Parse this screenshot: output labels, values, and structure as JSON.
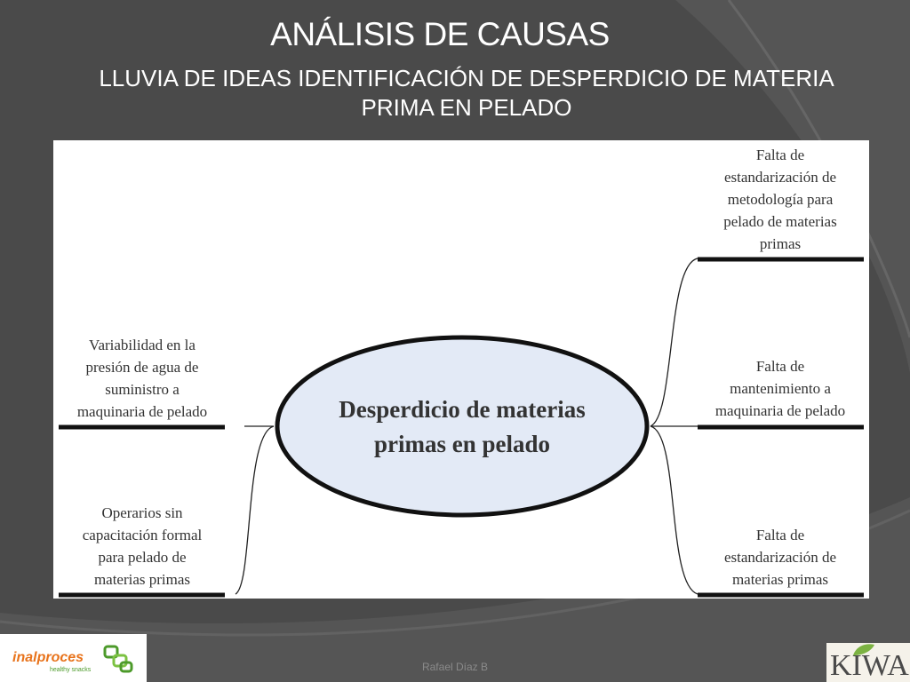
{
  "slide": {
    "title": "ANÁLISIS DE CAUSAS",
    "subtitle_line1": "LLUVIA DE IDEAS IDENTIFICACIÓN DE DESPERDICIO DE MATERIA",
    "subtitle_line2": "PRIMA EN PELADO",
    "footer": "Rafael Díaz B"
  },
  "diagram": {
    "center": [
      "Desperdicio de materias",
      "primas en pelado"
    ],
    "causes": {
      "left_top": [
        "Variabilidad en la",
        "presión de agua de",
        "suministro a",
        "maquinaria de pelado"
      ],
      "left_bottom": [
        "Operarios sin",
        "capacitación formal",
        "para pelado de",
        "materias primas"
      ],
      "right_top": [
        "Falta de",
        "estandarización de",
        "metodología para",
        "pelado de materias",
        "primas"
      ],
      "right_middle": [
        "Falta de",
        "mantenimiento a",
        "maquinaria de pelado"
      ],
      "right_bottom": [
        "Falta de",
        "estandarización de",
        "materias primas"
      ]
    }
  },
  "logos": {
    "left_brand": "inalproces",
    "left_tagline": "healthy snacks",
    "right_brand": "KIWA"
  },
  "colors": {
    "background": "#4a4a4a",
    "ellipse_fill": "#e3eaf6",
    "text_dark": "#333333",
    "brand_orange": "#e8731b",
    "brand_green": "#4c9a2a"
  }
}
